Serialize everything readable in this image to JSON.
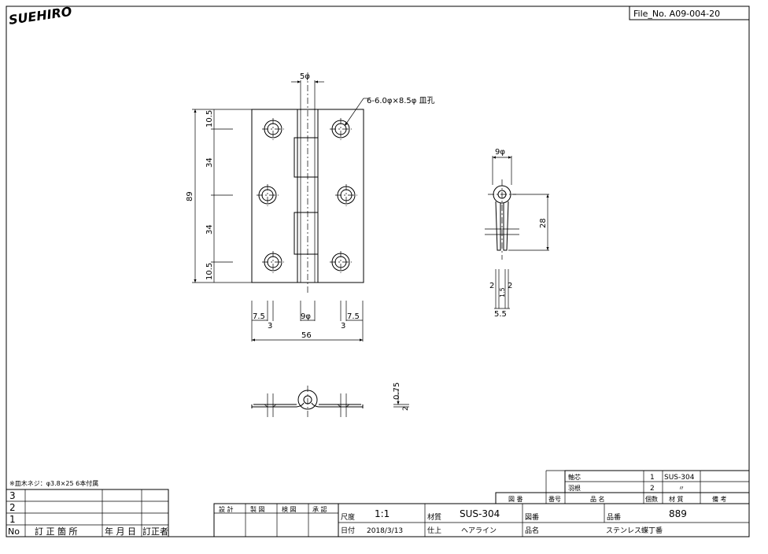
{
  "logo": {
    "text": "SUEHIRO"
  },
  "file_no": "File_No. A09-004-20",
  "front_view": {
    "dim_pin_dia": "5φ",
    "hole_note": "6-6.0φ×8.5φ 皿孔",
    "dim_total_height": "89",
    "dim_top": "10.5",
    "dim_mid_upper": "34",
    "dim_mid_lower": "34",
    "dim_bottom": "10.5",
    "dim_left_edge": "7.5",
    "dim_left_small": "3",
    "dim_knuckle": "9φ",
    "dim_right_edge": "7.5",
    "dim_right_small": "3",
    "dim_width": "56"
  },
  "side_view": {
    "dim_knuckle": "9φ",
    "dim_height": "28",
    "dim_left": "2",
    "dim_right": "2",
    "dim_gap": "1.5",
    "dim_base": "5.5"
  },
  "thickness": {
    "dim_t": "0.75",
    "dim_x": "2"
  },
  "screw_note": "※皿木ネジ：φ3.8×25 6本付属",
  "revision_table": {
    "rows": [
      "3",
      "2",
      "1"
    ],
    "headers": {
      "no": "No",
      "place": "訂 正 箇 所",
      "date": "年 月 日",
      "person": "訂正者"
    }
  },
  "parts_list": {
    "rows": [
      {
        "name": "軸芯",
        "qty": "1",
        "material": "SUS-304",
        "note": ""
      },
      {
        "name": "羽根",
        "qty": "2",
        "material": "〃",
        "note": ""
      }
    ],
    "headers": {
      "drawing_no": "図 番",
      "item_no": "番号",
      "name": "品 名",
      "qty": "個数",
      "material": "材 質",
      "note": "備 考"
    }
  },
  "title_block": {
    "roles": [
      "設 計",
      "製 図",
      "検 図",
      "承 認"
    ],
    "scale_label": "尺度",
    "scale": "1:1",
    "material_label": "材質",
    "material": "SUS-304",
    "drawing_no_label": "図番",
    "product_no_label": "品番",
    "product_no": "889",
    "date_label": "日付",
    "date": "2018/3/13",
    "finish_label": "仕上",
    "finish": "ヘアライン",
    "name_label": "品名",
    "name": "ステンレス蝶丁番"
  }
}
